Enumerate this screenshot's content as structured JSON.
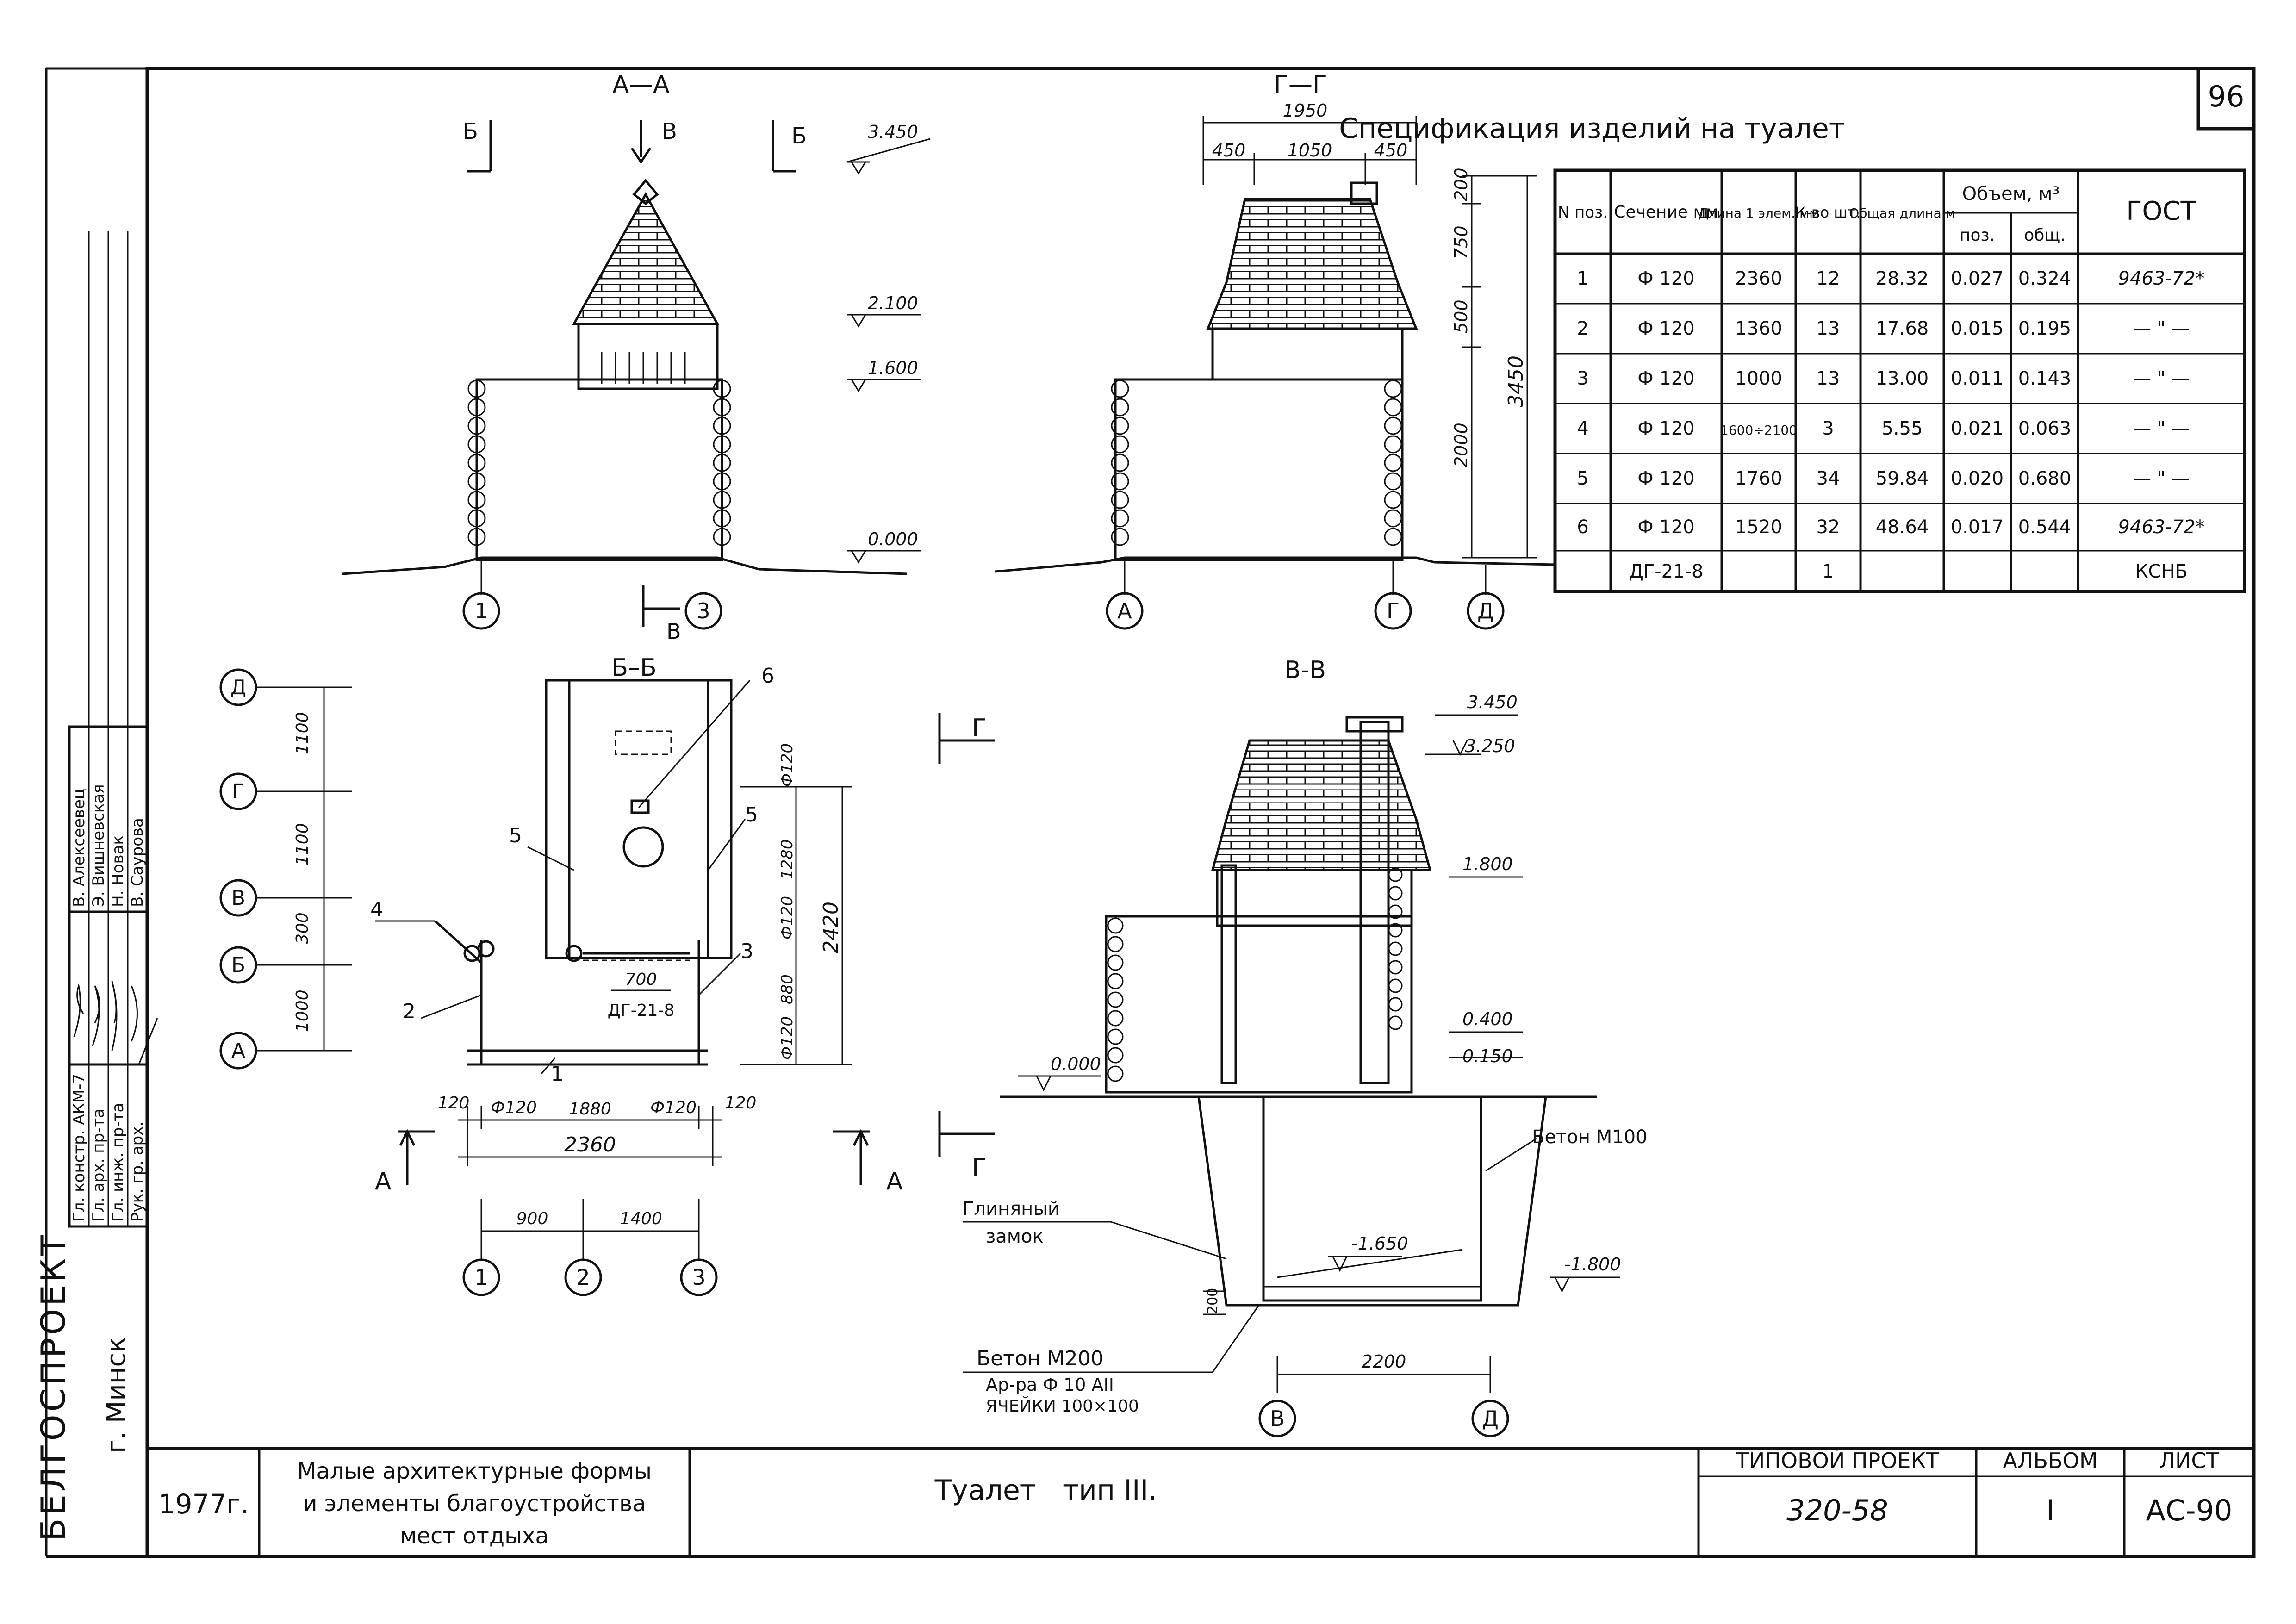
{
  "sheet": {
    "sheet_no": "96",
    "organization": "БЕЛГОСПРОЕКТ",
    "city": "г. Минск"
  },
  "signatures": {
    "roles": [
      "Гл. констр. АКМ-7",
      "Гл. арх. пр-та",
      "Гл. инж. пр-та",
      "Рук. гр. арх."
    ],
    "names": [
      "В. Алексеевец",
      "Э. Вишневская",
      "Н. Новак",
      "В. Саурова"
    ]
  },
  "titleblock": {
    "year": "1977г.",
    "series_title_1": "Малые архитектурные формы",
    "series_title_2": "и элементы благоустройства",
    "series_title_3": "мест отдыха",
    "drawing_title": "Туалет   тип III.",
    "project_label": "ТИПОВОЙ ПРОЕКТ",
    "project_value": "320-58",
    "album_label": "АЛЬБОМ",
    "album_value": "I",
    "sheet_label": "ЛИСТ",
    "sheet_value": "АС-90"
  },
  "views": {
    "aa": {
      "title": "А—А",
      "cut_b": "Б",
      "cut_v": "В",
      "cut_b2": "Б",
      "marks": [
        "3.450",
        "2.100",
        "1.600",
        "0.000"
      ],
      "axes": [
        "1",
        "3"
      ],
      "cut_v_bottom": "В"
    },
    "gg": {
      "title": "Г—Г",
      "dim_total": "1950",
      "dim_parts": [
        "450",
        "1050",
        "450"
      ],
      "dim_vert": [
        "200",
        "750",
        "500",
        "2000"
      ],
      "dim_vert_total": "3450",
      "axes": [
        "А",
        "Г",
        "Д"
      ]
    },
    "bb": {
      "title": "Б–Б",
      "axes_left": [
        "Д",
        "Г",
        "В",
        "Б",
        "А"
      ],
      "dims_left": [
        "1100",
        "1100",
        "300",
        "1000"
      ],
      "positions": [
        "6",
        "5",
        "5",
        "4",
        "3",
        "2",
        "1"
      ],
      "door_dim": "700",
      "door_mark": "ДГ-21-8",
      "dims_right": [
        "Ф120",
        "1280",
        "Ф120",
        "880",
        "Ф120"
      ],
      "dim_right_total": "2420",
      "dims_bottom": [
        "120",
        "Ф120",
        "1880",
        "Ф120",
        "120"
      ],
      "dim_bottom_total": "2360",
      "dims_axes": [
        "900",
        "1400"
      ],
      "axes_bottom": [
        "1",
        "2",
        "3"
      ],
      "cut_a": "А"
    },
    "vv": {
      "title": "В-В",
      "marks": [
        "3.450",
        "3.250",
        "1.800",
        "0.400",
        "0.150",
        "0.000",
        "-1.650",
        "-1.800"
      ],
      "cut_g": "Г",
      "concrete_top": "Бетон М100",
      "clay_lock_1": "Глиняный",
      "clay_lock_2": "замок",
      "dim_200": "200",
      "concrete_bottom": "Бетон М200",
      "rebar": "Ар-ра Ф 10 АII",
      "mesh": "ЯЧЕЙКИ 100×100",
      "dim_width": "2200",
      "axes": [
        "В",
        "Д"
      ]
    }
  },
  "spec": {
    "title": "Спецификация изделий на туалет",
    "headers": {
      "pos": "N поз.",
      "section": "Сечение мм",
      "length": "Длина 1 элем. мм",
      "qty": "К-во шт.",
      "total_len": "Общая длина м",
      "volume": "Объем, м³",
      "vol_pos": "поз.",
      "vol_total": "общ.",
      "gost": "ГОСТ"
    },
    "rows": [
      {
        "pos": "1",
        "section": "Ф 120",
        "length": "2360",
        "qty": "12",
        "total_len": "28.32",
        "vol_pos": "0.027",
        "vol_total": "0.324",
        "gost": "9463-72*"
      },
      {
        "pos": "2",
        "section": "Ф 120",
        "length": "1360",
        "qty": "13",
        "total_len": "17.68",
        "vol_pos": "0.015",
        "vol_total": "0.195",
        "gost": "— \" —"
      },
      {
        "pos": "3",
        "section": "Ф 120",
        "length": "1000",
        "qty": "13",
        "total_len": "13.00",
        "vol_pos": "0.011",
        "vol_total": "0.143",
        "gost": "— \" —"
      },
      {
        "pos": "4",
        "section": "Ф 120",
        "length": "1600÷2100",
        "qty": "3",
        "total_len": "5.55",
        "vol_pos": "0.021",
        "vol_total": "0.063",
        "gost": "— \" —"
      },
      {
        "pos": "5",
        "section": "Ф 120",
        "length": "1760",
        "qty": "34",
        "total_len": "59.84",
        "vol_pos": "0.020",
        "vol_total": "0.680",
        "gost": "— \" —"
      },
      {
        "pos": "6",
        "section": "Ф 120",
        "length": "1520",
        "qty": "32",
        "total_len": "48.64",
        "vol_pos": "0.017",
        "vol_total": "0.544",
        "gost": "9463-72*"
      },
      {
        "pos": "",
        "section": "ДГ-21-8",
        "length": "",
        "qty": "1",
        "total_len": "",
        "vol_pos": "",
        "vol_total": "",
        "gost": "КСНБ"
      }
    ]
  }
}
